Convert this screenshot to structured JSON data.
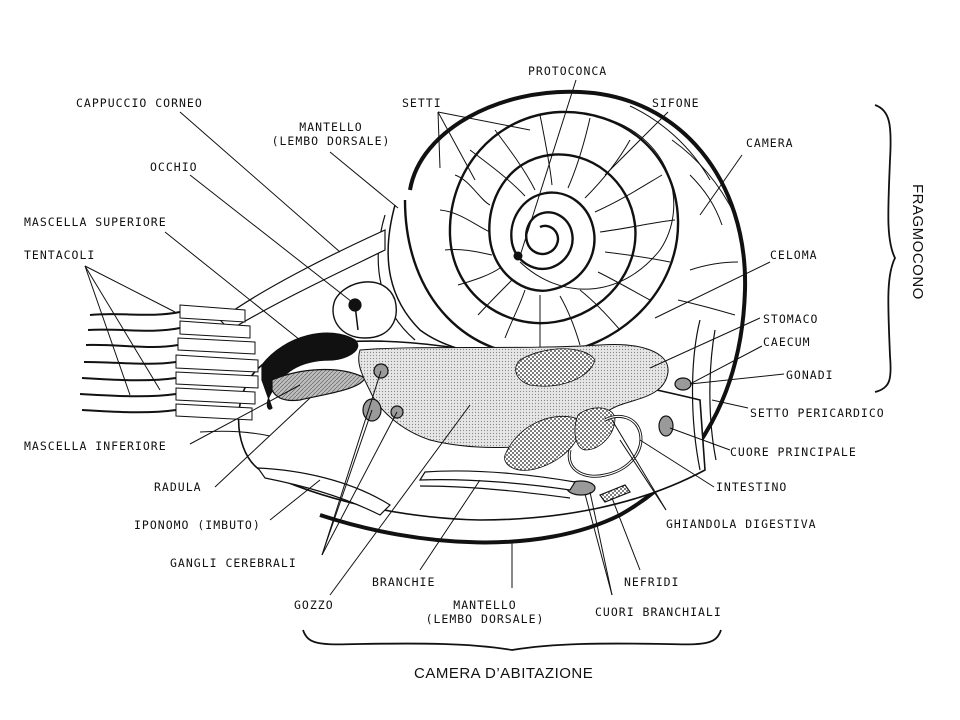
{
  "labels": {
    "protoconca": "PROTOCONCA",
    "cappuccio_corneo": "CAPPUCCIO CORNEO",
    "setti": "SETTI",
    "sifone": "SIFONE",
    "mantello_top_1": "MANTELLO",
    "mantello_top_2": "(LEMBO DORSALE)",
    "camera": "CAMERA",
    "occhio": "OCCHIO",
    "mascella_superiore": "MASCELLA SUPERIORE",
    "tentacoli": "TENTACOLI",
    "celoma": "CELOMA",
    "stomaco": "STOMACO",
    "caecum": "CAECUM",
    "gonadi": "GONADI",
    "setto_pericardico": "SETTO PERICARDICO",
    "mascella_inferiore": "MASCELLA INFERIORE",
    "cuore_principale": "CUORE PRINCIPALE",
    "radula": "RADULA",
    "intestino": "INTESTINO",
    "iponomo": "IPONOMO (IMBUTO)",
    "ghiandola_digestiva": "GHIANDOLA DIGESTIVA",
    "gangli_cerebrali": "GANGLI CEREBRALI",
    "branchie": "BRANCHIE",
    "nefridi": "NEFRIDI",
    "gozzo": "GOZZO",
    "mantello_bottom_1": "MANTELLO",
    "mantello_bottom_2": "(LEMBO DORSALE)",
    "cuori_branchiali": "CUORI BRANCHIALI"
  },
  "regions": {
    "fragmocono": "FRAGMOCONO",
    "camera_abitazione": "CAMERA D’ABITAZIONE"
  },
  "colors": {
    "ink": "#111111",
    "paper": "#ffffff",
    "shade_light": "#d9d9d9",
    "shade_dark": "#8a8a8a"
  }
}
